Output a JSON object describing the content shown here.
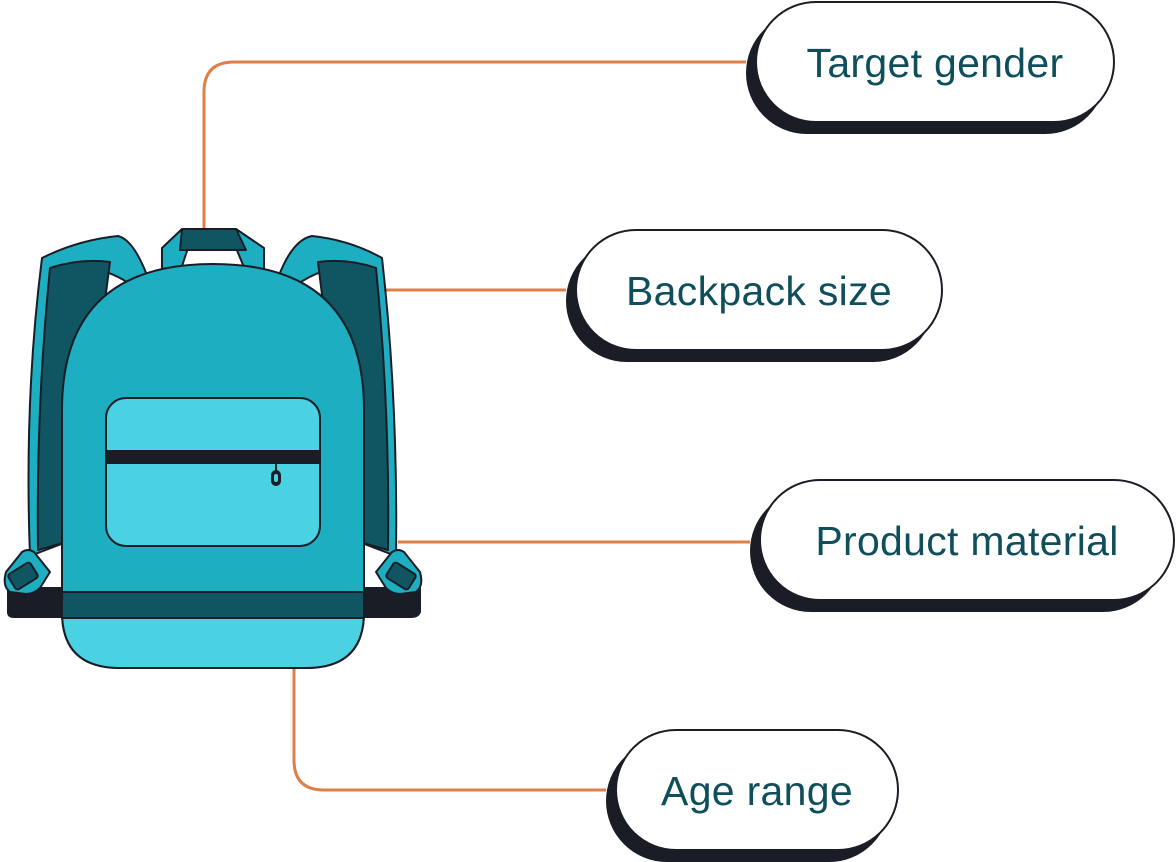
{
  "colors": {
    "connector": "#E07E47",
    "label_text": "#0F4F5C",
    "outline": "#1B1D26",
    "shadow": "#1B1D26",
    "pill_fill": "#FFFFFF",
    "bag_body": "#1EAEC2",
    "bag_light": "#4AD1E2",
    "bag_dark": "#0F5662"
  },
  "labels": [
    {
      "id": "target-gender",
      "text": "Target gender"
    },
    {
      "id": "backpack-size",
      "text": "Backpack size"
    },
    {
      "id": "product-material",
      "text": "Product material"
    },
    {
      "id": "age-range",
      "text": "Age range"
    }
  ],
  "illustration": {
    "icon": "backpack-icon"
  }
}
